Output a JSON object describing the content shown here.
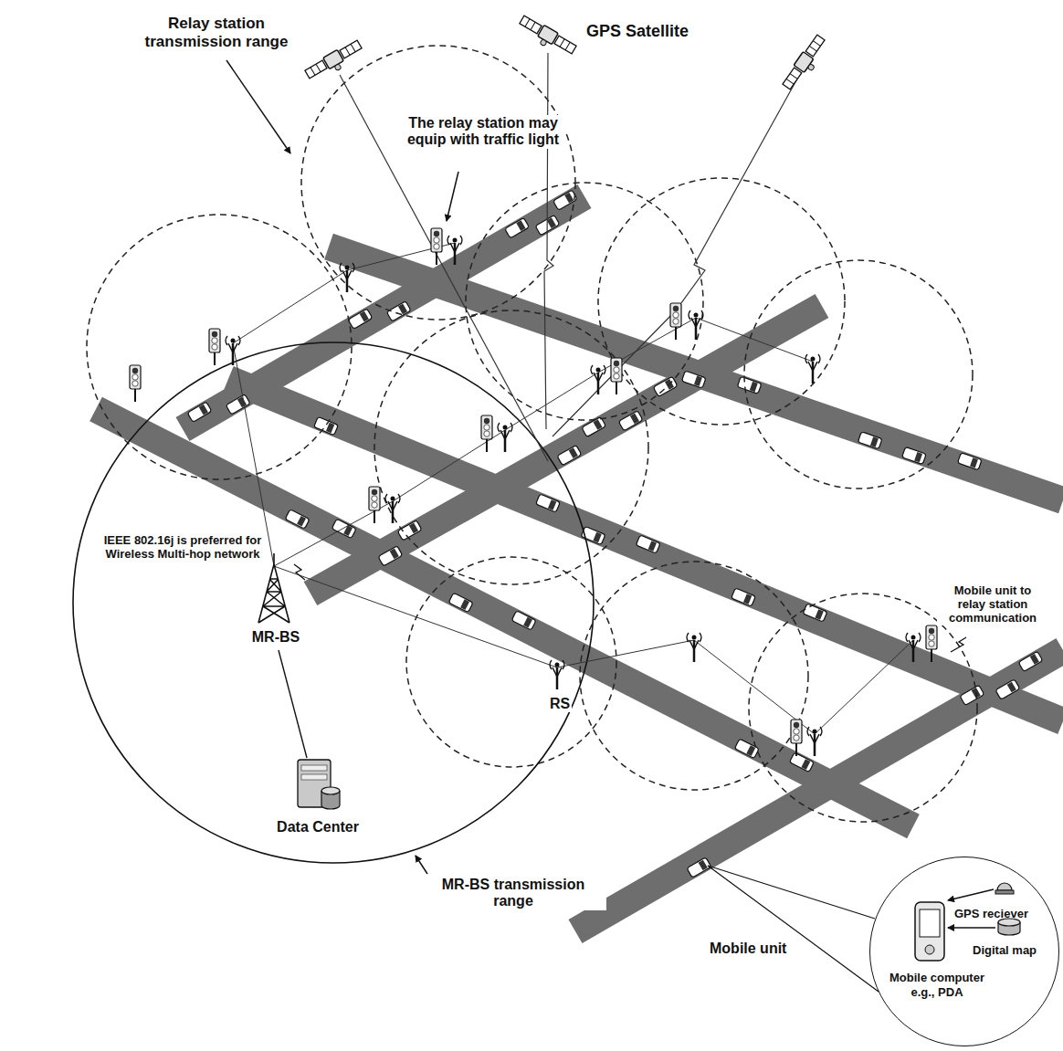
{
  "diagram": {
    "nodes": [
      {
        "text": [
          "GPS reciever",
          "Digital map",
          "Mobile computer e.g., PDA"
        ]
      }
    ],
    "labels": [
      "Relay station transmission range",
      "GPS Satellite",
      "The relay station may equip with traffic light",
      "IEEE 802.16j is preferred for Wireless Multi-hop network",
      "MR-BS",
      "Data Center",
      "MR-BS transmission range",
      "RS",
      "Mobile unit to relay station communication",
      "Mobile unit"
    ]
  }
}
